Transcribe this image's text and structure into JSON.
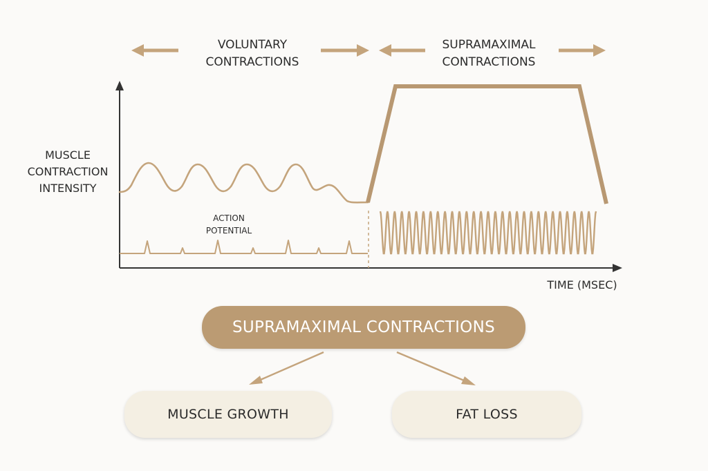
{
  "header": {
    "voluntary_line1": "VOLUNTARY",
    "voluntary_line2": "CONTRACTIONS",
    "supramaximal_line1": "SUPRAMAXIMAL",
    "supramaximal_line2": "CONTRACTIONS"
  },
  "axes": {
    "y_label_line1": "MUSCLE",
    "y_label_line2": "CONTRACTION",
    "y_label_line3": "INTENSITY",
    "x_label": "TIME (MSEC)"
  },
  "annotation": {
    "line1": "ACTION",
    "line2": "POTENTIAL"
  },
  "flow": {
    "main": "SUPRAMAXIMAL CONTRACTIONS",
    "outcome_left": "MUSCLE GROWTH",
    "outcome_right": "FAT LOSS"
  },
  "colors": {
    "accent": "#bb9b73",
    "line": "#c4a47c",
    "axis": "#333333",
    "pill_light": "#f4efe3"
  }
}
